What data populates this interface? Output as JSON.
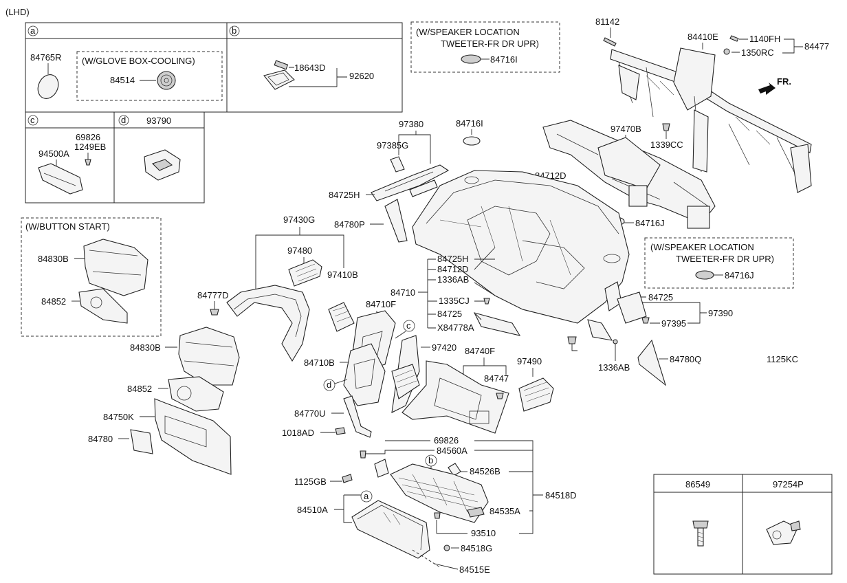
{
  "header": {
    "variant": "(LHD)"
  },
  "inset_boxes": {
    "a": {
      "letter": "a",
      "part": "84765R",
      "option_label": "(W/GLOVE BOX-COOLING)",
      "option_part": "84514"
    },
    "b": {
      "letter": "b",
      "part_1": "18643D",
      "part_2": "92620"
    },
    "c": {
      "letter": "c",
      "part_1": "69826",
      "part_2": "1249EB",
      "part_3": "94500A"
    },
    "d": {
      "letter": "d",
      "part": "93790"
    },
    "button_start": {
      "label": "(W/BUTTON START)",
      "part_1": "84830B",
      "part_2": "84852"
    },
    "speaker_top": {
      "line1": "(W/SPEAKER LOCATION",
      "line2": "TWEETER-FR DR UPR)",
      "part": "84716I"
    },
    "speaker_right": {
      "line1": "(W/SPEAKER LOCATION",
      "line2": "TWEETER-FR DR UPR)",
      "part": "84716J"
    },
    "fasteners": {
      "col1": "86549",
      "col2": "97254P"
    }
  },
  "arrow_label": "FR.",
  "parts": {
    "p81142": "81142",
    "p84410E": "84410E",
    "p1140FH": "1140FH",
    "p84477": "84477",
    "p1350RC": "1350RC",
    "p97470B": "97470B",
    "p1339CC": "1339CC",
    "p97380": "97380",
    "p97385G": "97385G",
    "p84716I": "84716I",
    "p84725H": "84725H",
    "p84712D": "84712D",
    "p84780P": "84780P",
    "p84716J": "84716J",
    "p97430G": "97430G",
    "p97480": "97480",
    "p97410B": "97410B",
    "p84777D": "84777D",
    "p84710F": "84710F",
    "p84830B": "84830B",
    "p84710B": "84710B",
    "p97420": "97420",
    "p84852": "84852",
    "p84750K": "84750K",
    "p84780": "84780",
    "p84770U": "84770U",
    "p1018AD": "1018AD",
    "p84740F": "84740F",
    "p84747": "84747",
    "p97490": "97490",
    "p84710": "84710",
    "list": [
      "84725H",
      "84712D",
      "1336AB",
      "1335CJ",
      "84725",
      "X84778A"
    ],
    "p84725": "84725",
    "p97390": "97390",
    "p97395": "97395",
    "p1125KC": "1125KC",
    "p1336AB": "1336AB",
    "p84780Q": "84780Q",
    "p69826": "69826",
    "p84560A": "84560A",
    "p84526B": "84526B",
    "p1125GB": "1125GB",
    "p84518D": "84518D",
    "p84510A": "84510A",
    "p84535A": "84535A",
    "p93510": "93510",
    "p84518G": "84518G",
    "p84515E": "84515E"
  },
  "callouts": {
    "a": "a",
    "b": "b",
    "c": "c",
    "d": "d"
  }
}
